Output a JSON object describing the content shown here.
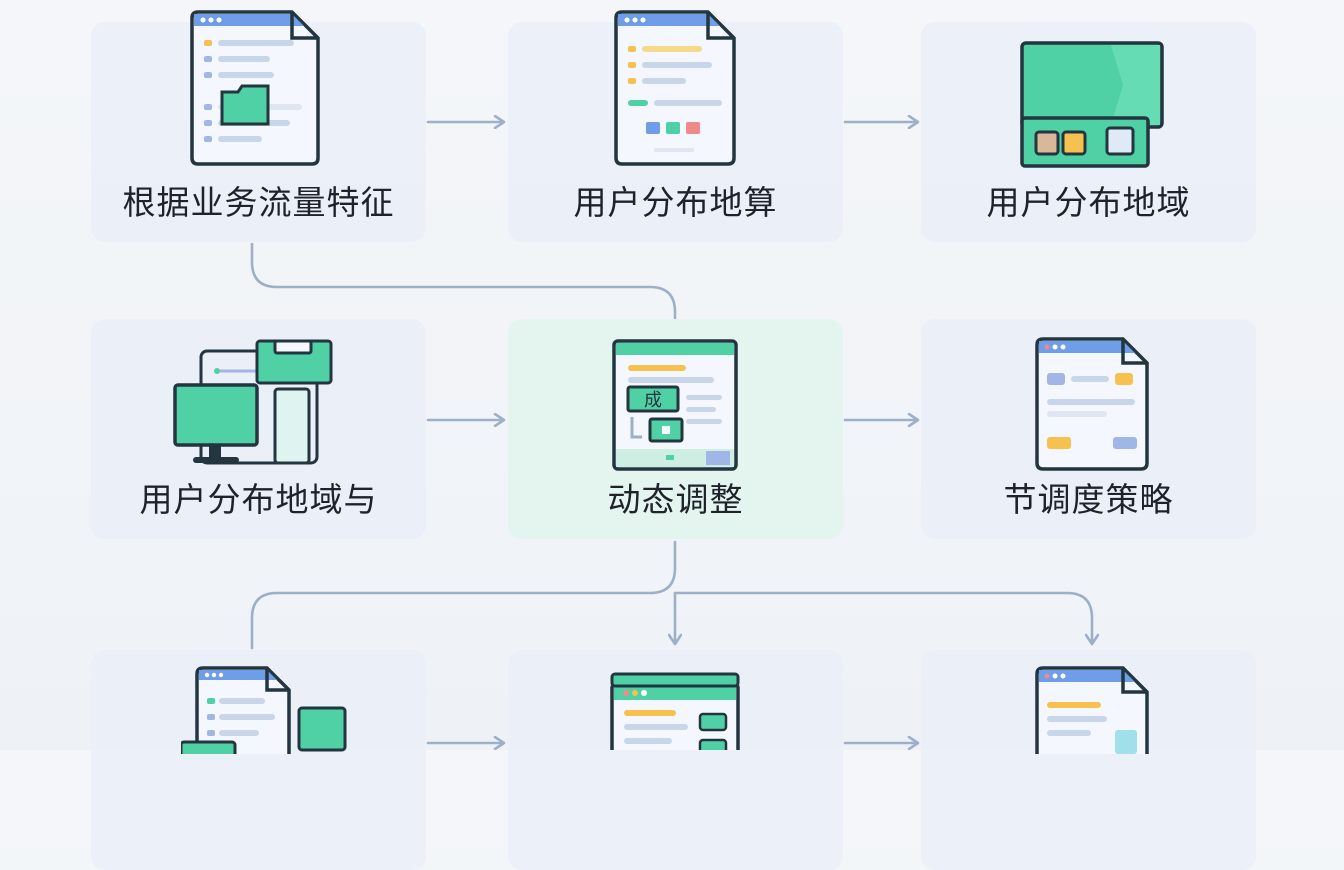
{
  "nodes": [
    {
      "id": "n1",
      "label": "根据业务流量特征"
    },
    {
      "id": "n2",
      "label": "用户分布地算"
    },
    {
      "id": "n3",
      "label": "用户分布地域"
    },
    {
      "id": "n4",
      "label": "用户分布地域与"
    },
    {
      "id": "n5",
      "label": "动态调整",
      "icon_text": "成"
    },
    {
      "id": "n6",
      "label": "节调度策略"
    },
    {
      "id": "n7",
      "label": ""
    },
    {
      "id": "n8",
      "label": ""
    },
    {
      "id": "n9",
      "label": ""
    }
  ],
  "edges": [
    {
      "from": "n1",
      "to": "n2"
    },
    {
      "from": "n2",
      "to": "n3"
    },
    {
      "from": "n4",
      "to": "n5"
    },
    {
      "from": "n5",
      "to": "n6"
    },
    {
      "from": "n1",
      "to": "n5"
    },
    {
      "from": "n5",
      "to": "n7"
    },
    {
      "from": "n5",
      "to": "n8"
    },
    {
      "from": "n5",
      "to": "n9"
    },
    {
      "from": "n7",
      "to": "n8"
    },
    {
      "from": "n8",
      "to": "n9"
    }
  ],
  "colors": {
    "accent_green": "#4fd1a5",
    "outline": "#23353f",
    "window_blue": "#6e9ee8",
    "arrow": "#9db0c8",
    "amber": "#f7c150",
    "salmon": "#f08a8a"
  }
}
